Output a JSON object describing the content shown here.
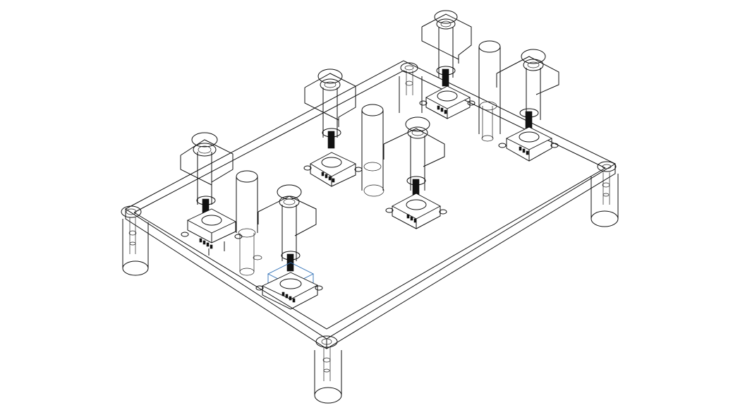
{
  "viewport": {
    "background": "#ffffff",
    "line_color": "#111111",
    "selection_color": "#2f6fb5"
  },
  "model": {
    "parts": [
      {
        "name": "base-plate"
      },
      {
        "name": "corner-leg-left"
      },
      {
        "name": "corner-leg-front"
      },
      {
        "name": "corner-leg-right"
      },
      {
        "name": "corner-leg-back"
      },
      {
        "name": "fixture-assembly-1"
      },
      {
        "name": "fixture-assembly-2"
      },
      {
        "name": "fixture-assembly-3"
      }
    ]
  }
}
